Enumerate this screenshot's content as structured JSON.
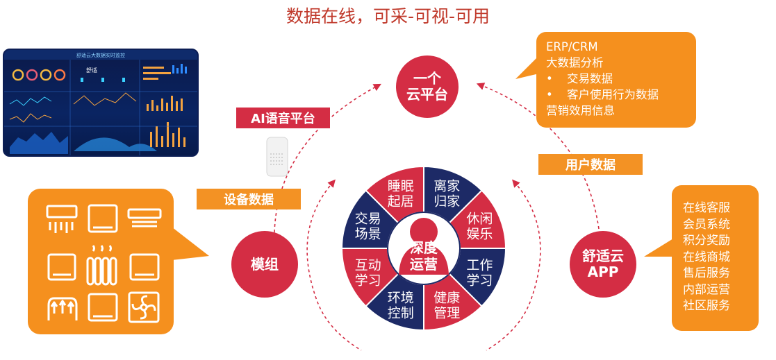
{
  "title": "数据在线，可采-可视-可用",
  "cloud_node": {
    "line1": "一个",
    "line2": "云平台"
  },
  "module_node": {
    "label": "模组"
  },
  "app_node": {
    "line1": "舒适云",
    "line2": "APP"
  },
  "center": {
    "line1": "深度",
    "line2": "运营"
  },
  "banners": {
    "ai_voice": "AI语音平台",
    "device_data": "设备数据",
    "user_data": "用户数据"
  },
  "erp_bubble": {
    "lines": [
      "ERP/CRM",
      "大数据分析",
      "交易数据",
      "客户使用行为数据",
      "营销效用信息"
    ]
  },
  "service_bubble": {
    "lines": [
      "在线客服",
      "会员系统",
      "积分奖励",
      "在线商城",
      "售后服务",
      "内部运营",
      "社区服务"
    ]
  },
  "dashboard": {
    "header": "舒适云大数据实时监控",
    "brand": "舒适"
  },
  "wheel_segments": [
    {
      "line1": "睡眠",
      "line2": "起居",
      "color": "#d42d44"
    },
    {
      "line1": "离家",
      "line2": "归家",
      "color": "#1d2a66"
    },
    {
      "line1": "休闲",
      "line2": "娱乐",
      "color": "#d42d44"
    },
    {
      "line1": "工作",
      "line2": "学习",
      "color": "#1d2a66"
    },
    {
      "line1": "健康",
      "line2": "管理",
      "color": "#d42d44"
    },
    {
      "line1": "环境",
      "line2": "控制",
      "color": "#1d2a66"
    },
    {
      "line1": "互动",
      "line2": "学习",
      "color": "#d42d44"
    },
    {
      "line1": "交易",
      "line2": "场景",
      "color": "#1d2a66"
    }
  ],
  "device_icons": [
    "ac-unit-icon",
    "oven-icon",
    "fan-coil-icon",
    "tv-panel-icon",
    "radiator-icon",
    "display-panel-icon",
    "floor-heating-icon",
    "thermostat-icon",
    "ventilation-fan-icon"
  ],
  "colors": {
    "accent_red": "#d42d44",
    "accent_orange": "#f39224",
    "navy": "#1d2a66"
  }
}
